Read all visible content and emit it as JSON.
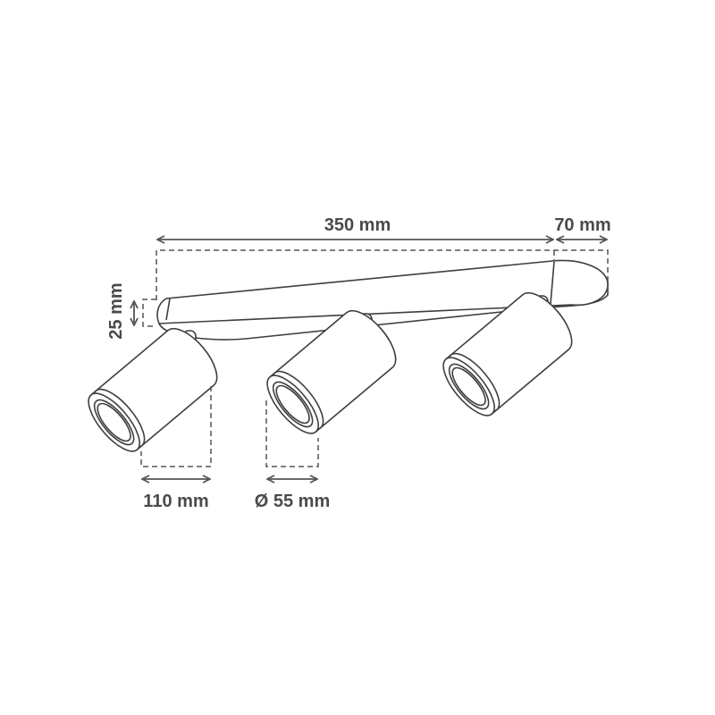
{
  "dimensions": {
    "length": "350 mm",
    "depth": "70 mm",
    "bar_height": "25 mm",
    "spot_length": "110 mm",
    "spot_diameter": "Ø 55 mm"
  },
  "colors": {
    "line": "#3f3f3f",
    "text": "#4a4a4a"
  }
}
